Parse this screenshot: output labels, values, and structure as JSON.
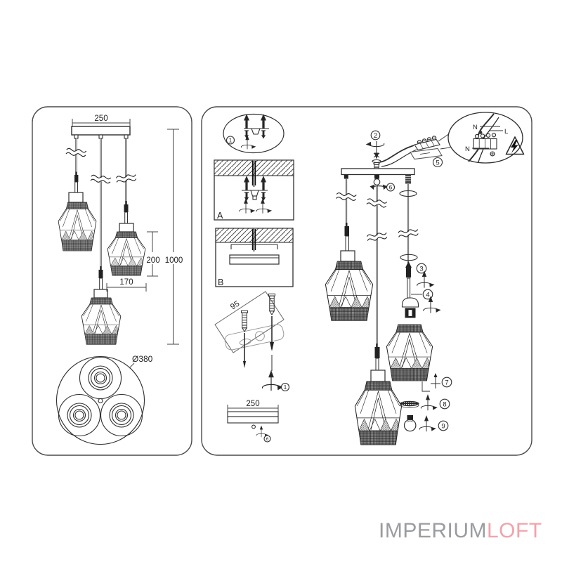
{
  "left_panel": {
    "dim_canopy_width": "250",
    "dim_shade_height": "200",
    "dim_total_drop": "1000",
    "dim_shade_width": "170",
    "dim_layout_diameter": "Ø380"
  },
  "right_panel": {
    "mount_option_a": "A",
    "mount_option_b": "B",
    "dim_anchor_plate": "95",
    "dim_mount_bar": "250",
    "callouts": {
      "c1": "1",
      "c2": "2",
      "c3": "3",
      "c4": "4",
      "c5": "5",
      "c6": "6",
      "c7": "7",
      "c8": "8",
      "c9": "9"
    },
    "wiring": {
      "neutral_top": "N",
      "neutral_left": "N",
      "line_wire": "L"
    }
  },
  "branding": {
    "logo_primary": "IMPERIUM",
    "logo_accent": "LOFT"
  },
  "colors": {
    "line_art": "#2e2e2e",
    "logo_primary_color": "#9b9ca0",
    "logo_accent_color": "#f0a3ab"
  }
}
